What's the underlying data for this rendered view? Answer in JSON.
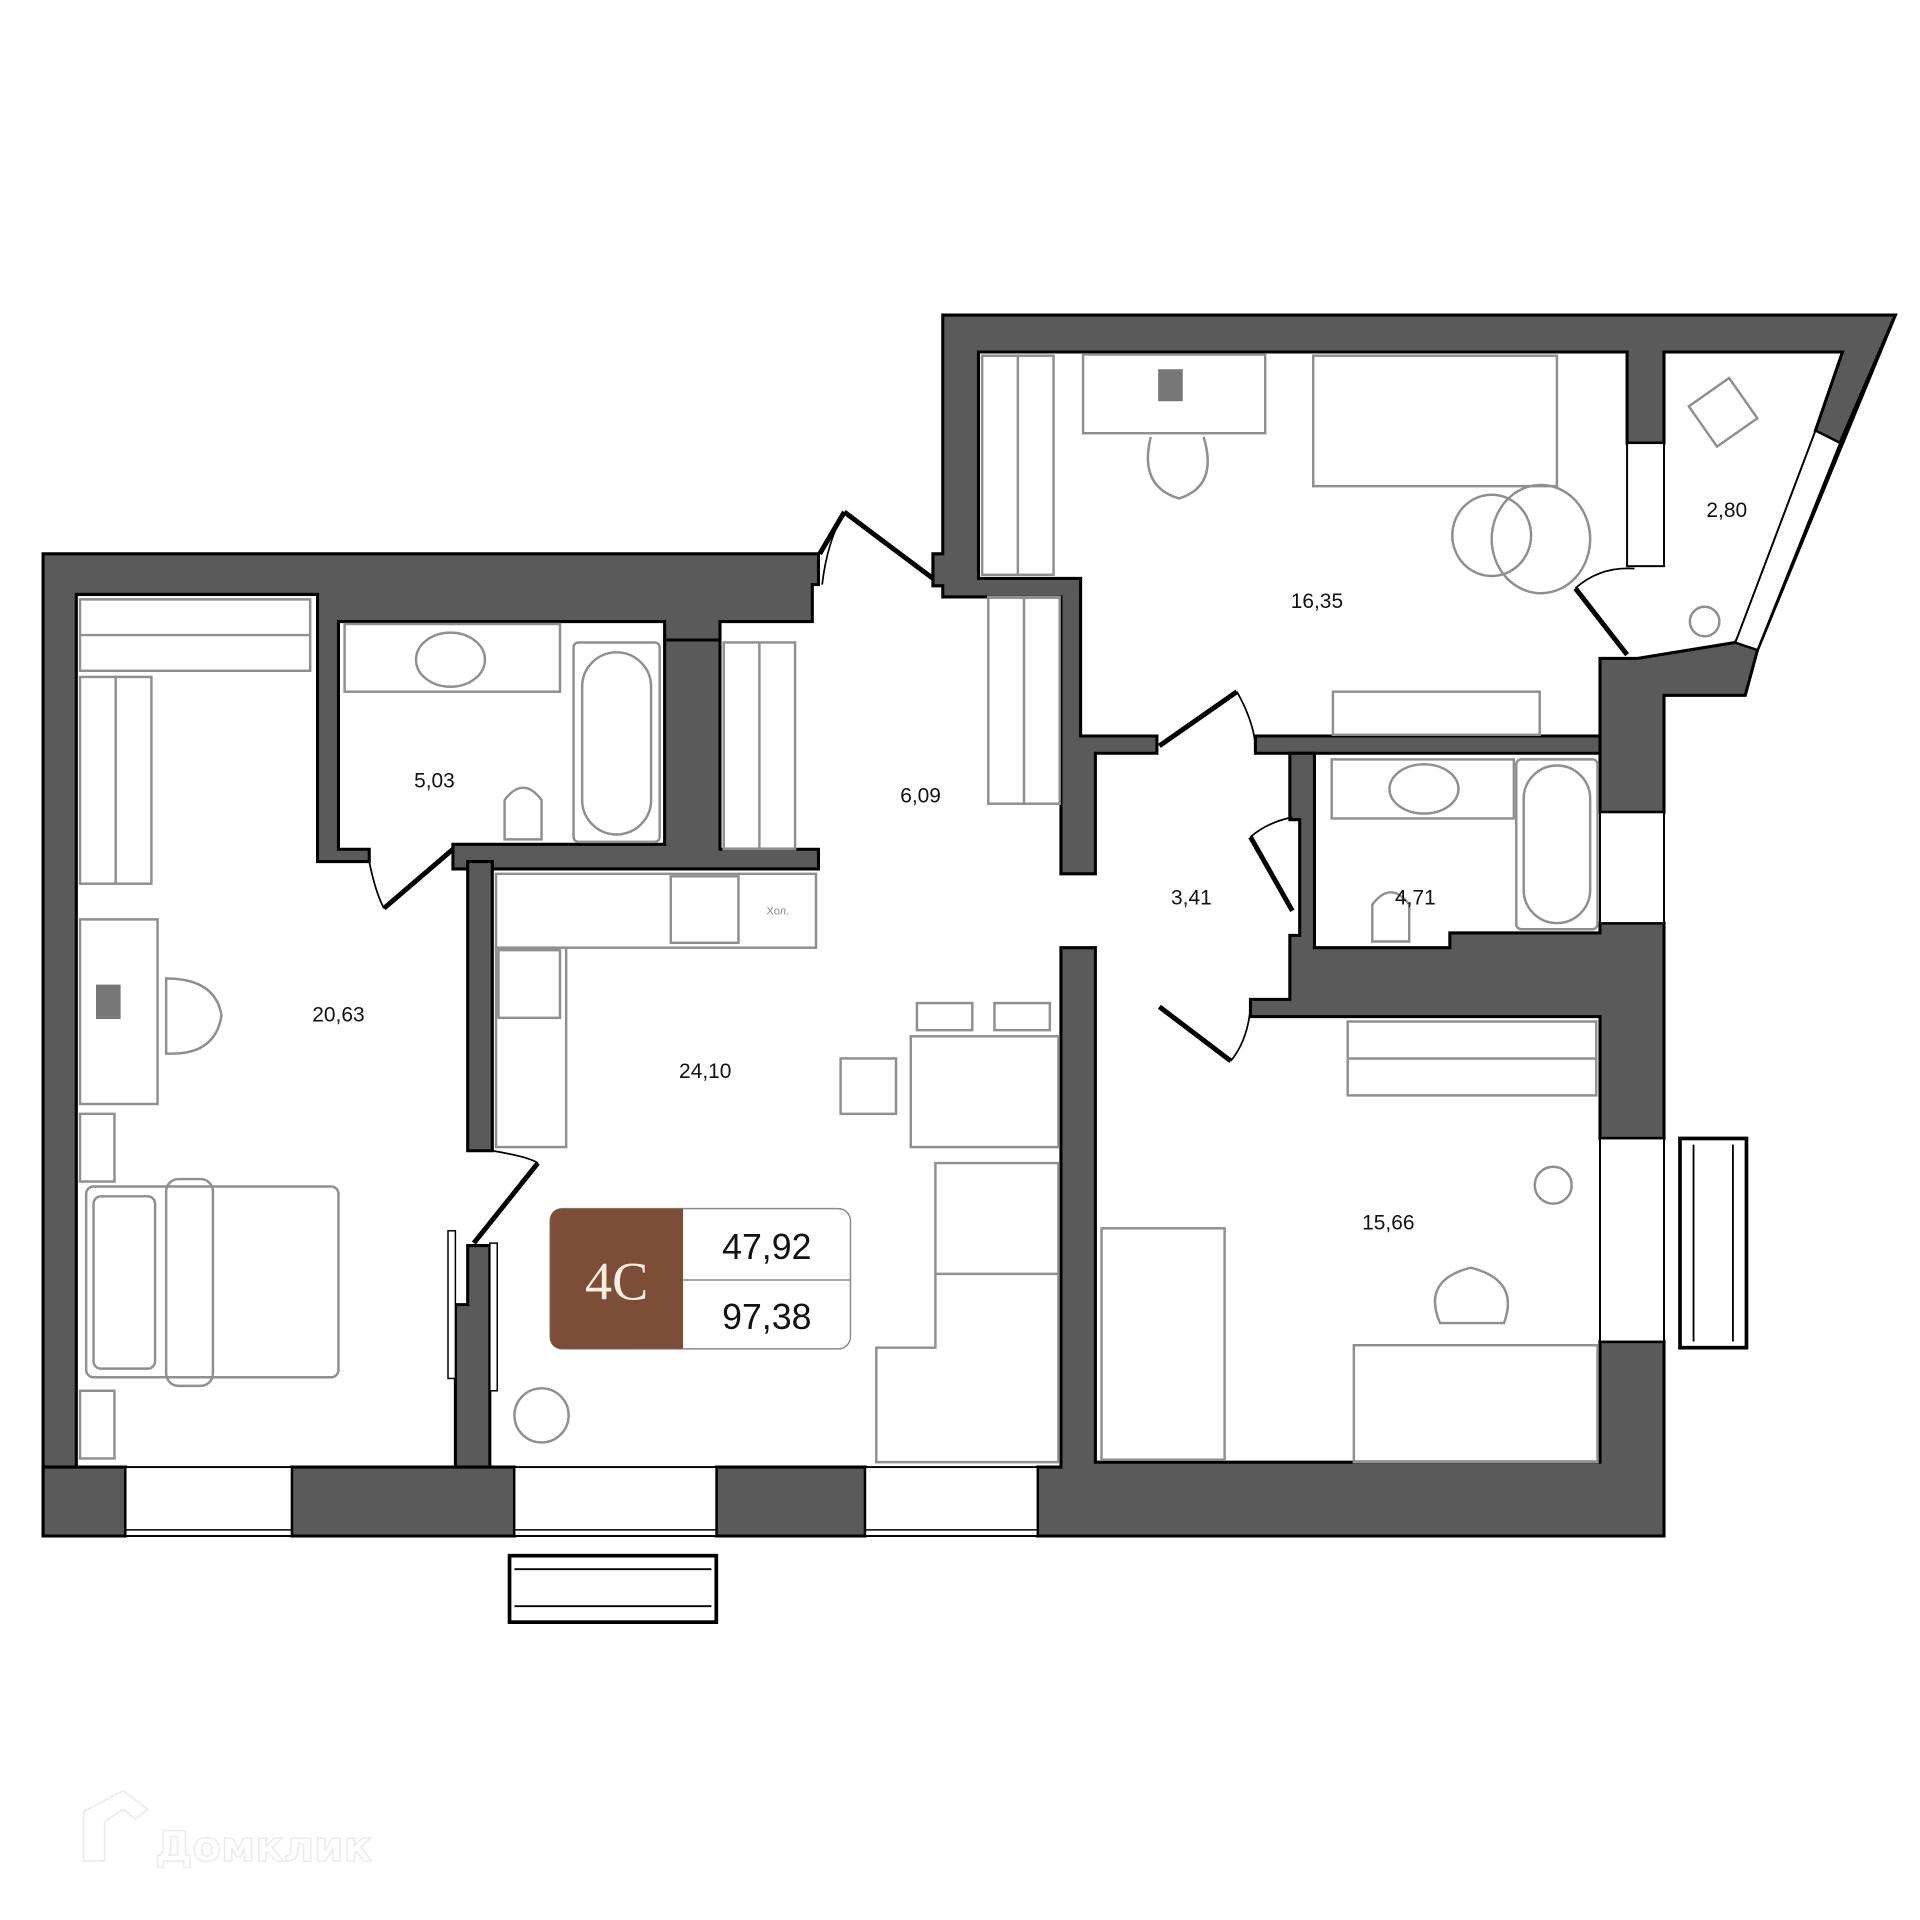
{
  "plan": {
    "type_label": "4С",
    "living_area": "47,92",
    "total_area": "97,38",
    "badge_color": "#7d4e37",
    "wall_color": "#5a5a5a",
    "rooms": [
      {
        "id": "bedroom",
        "area": "20,63"
      },
      {
        "id": "bathroom-1",
        "area": "5,03"
      },
      {
        "id": "hall",
        "area": "6,09"
      },
      {
        "id": "living-room",
        "area": "16,35"
      },
      {
        "id": "balcony",
        "area": "2,80"
      },
      {
        "id": "corridor",
        "area": "3,41"
      },
      {
        "id": "bathroom-2",
        "area": "4,71"
      },
      {
        "id": "kitchen-living",
        "area": "24,10"
      },
      {
        "id": "room-3",
        "area": "15,66"
      }
    ],
    "fridge_label": "Хол."
  },
  "watermark": {
    "text": "Домклик",
    "icon": "domclick-house-icon"
  }
}
